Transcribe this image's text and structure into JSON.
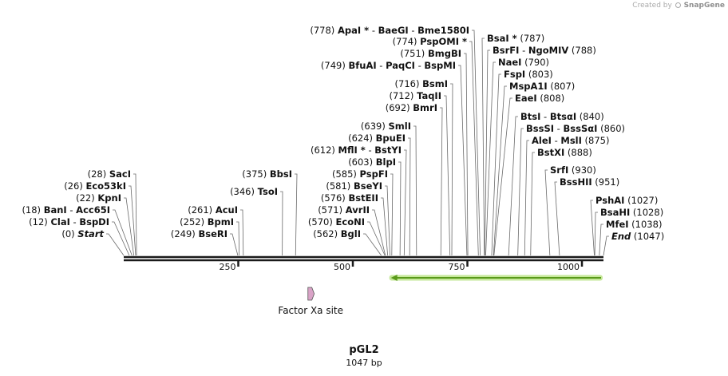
{
  "credit": {
    "text": "Created by",
    "brand": "SnapGene"
  },
  "plasmid": {
    "name": "pGL2",
    "length_label": "1047 bp",
    "length": 1047
  },
  "scale_ticks": [
    "250",
    "500",
    "750",
    "1000"
  ],
  "scale_tick_positions": [
    250,
    500,
    750,
    1000
  ],
  "left_labels": [
    {
      "pos": "(0)",
      "names": [
        "Start"
      ],
      "style": "italic",
      "site": 0
    },
    {
      "pos": "(12)",
      "names": [
        "ClaI",
        "BspDI"
      ],
      "site": 12
    },
    {
      "pos": "(18)",
      "names": [
        "BanI",
        "Acc65I"
      ],
      "site": 18
    },
    {
      "pos": "(22)",
      "names": [
        "KpnI"
      ],
      "site": 22
    },
    {
      "pos": "(26)",
      "names": [
        "Eco53kI"
      ],
      "site": 26
    },
    {
      "pos": "(28)",
      "names": [
        "SacI"
      ],
      "site": 28
    },
    {
      "pos": "(249)",
      "names": [
        "BseRI"
      ],
      "site": 249
    },
    {
      "pos": "(252)",
      "names": [
        "BpmI"
      ],
      "site": 252
    },
    {
      "pos": "(261)",
      "names": [
        "AcuI"
      ],
      "site": 261
    },
    {
      "pos": "(346)",
      "names": [
        "TsoI"
      ],
      "site": 346
    },
    {
      "pos": "(375)",
      "names": [
        "BbsI"
      ],
      "site": 375
    },
    {
      "pos": "(562)",
      "names": [
        "BglI"
      ],
      "site": 562
    },
    {
      "pos": "(570)",
      "names": [
        "EcoNI"
      ],
      "site": 570
    },
    {
      "pos": "(571)",
      "names": [
        "AvrII"
      ],
      "site": 571
    },
    {
      "pos": "(576)",
      "names": [
        "BstEII"
      ],
      "site": 576
    },
    {
      "pos": "(581)",
      "names": [
        "BseYI"
      ],
      "site": 581
    },
    {
      "pos": "(585)",
      "names": [
        "PspFI"
      ],
      "site": 585
    },
    {
      "pos": "(603)",
      "names": [
        "BlpI"
      ],
      "site": 603
    },
    {
      "pos": "(612)",
      "names": [
        "MflI *",
        "BstYI"
      ],
      "site": 612
    },
    {
      "pos": "(624)",
      "names": [
        "BpuEI"
      ],
      "site": 624
    },
    {
      "pos": "(639)",
      "names": [
        "SmlI"
      ],
      "site": 639
    },
    {
      "pos": "(692)",
      "names": [
        "BmrI"
      ],
      "site": 692
    },
    {
      "pos": "(712)",
      "names": [
        "TaqII"
      ],
      "site": 712
    },
    {
      "pos": "(716)",
      "names": [
        "BsmI"
      ],
      "site": 716
    },
    {
      "pos": "(749)",
      "names": [
        "BfuAI",
        "PaqCI",
        "BspMI"
      ],
      "site": 749
    },
    {
      "pos": "(751)",
      "names": [
        "BmgBI"
      ],
      "site": 751
    },
    {
      "pos": "(774)",
      "names": [
        "PspOMI *"
      ],
      "site": 774
    },
    {
      "pos": "(778)",
      "names": [
        "ApaI *",
        "BaeGI",
        "Bme1580I"
      ],
      "site": 778
    }
  ],
  "right_labels": [
    {
      "pos": "(787)",
      "names": [
        "BsaI *"
      ],
      "site": 787
    },
    {
      "pos": "(788)",
      "names": [
        "BsrFI",
        "NgoMIV"
      ],
      "site": 788
    },
    {
      "pos": "(790)",
      "names": [
        "NaeI"
      ],
      "site": 790
    },
    {
      "pos": "(803)",
      "names": [
        "FspI"
      ],
      "site": 803
    },
    {
      "pos": "(807)",
      "names": [
        "MspA1I"
      ],
      "site": 807
    },
    {
      "pos": "(808)",
      "names": [
        "EaeI"
      ],
      "site": 808
    },
    {
      "pos": "(840)",
      "names": [
        "BtsI",
        "BtsαI"
      ],
      "site": 840
    },
    {
      "pos": "(860)",
      "names": [
        "BssSI",
        "BssSαI"
      ],
      "site": 860
    },
    {
      "pos": "(875)",
      "names": [
        "AleI",
        "MslI"
      ],
      "site": 875
    },
    {
      "pos": "(888)",
      "names": [
        "BstXI"
      ],
      "site": 888
    },
    {
      "pos": "(930)",
      "names": [
        "SrfI"
      ],
      "site": 930
    },
    {
      "pos": "(951)",
      "names": [
        "BssHII"
      ],
      "site": 951
    },
    {
      "pos": "(1027)",
      "names": [
        "PshAI"
      ],
      "site": 1027
    },
    {
      "pos": "(1028)",
      "names": [
        "BsaHI"
      ],
      "site": 1028
    },
    {
      "pos": "(1038)",
      "names": [
        "MfeI"
      ],
      "site": 1038
    },
    {
      "pos": "(1047)",
      "names": [
        "End"
      ],
      "style": "italic",
      "site": 1047
    }
  ],
  "features": [
    {
      "name": "Factor Xa site",
      "color": "#d9a3c7",
      "start": 402,
      "end": 414
    }
  ],
  "orf_arrow": {
    "color": "#5a9a1a",
    "glow": "#c6e89a",
    "start": 583,
    "end": 1047,
    "direction": "reverse"
  },
  "colors": {
    "backbone": "#1a1a1a",
    "cut_line": "#6a6a6a",
    "text": "#111111"
  }
}
